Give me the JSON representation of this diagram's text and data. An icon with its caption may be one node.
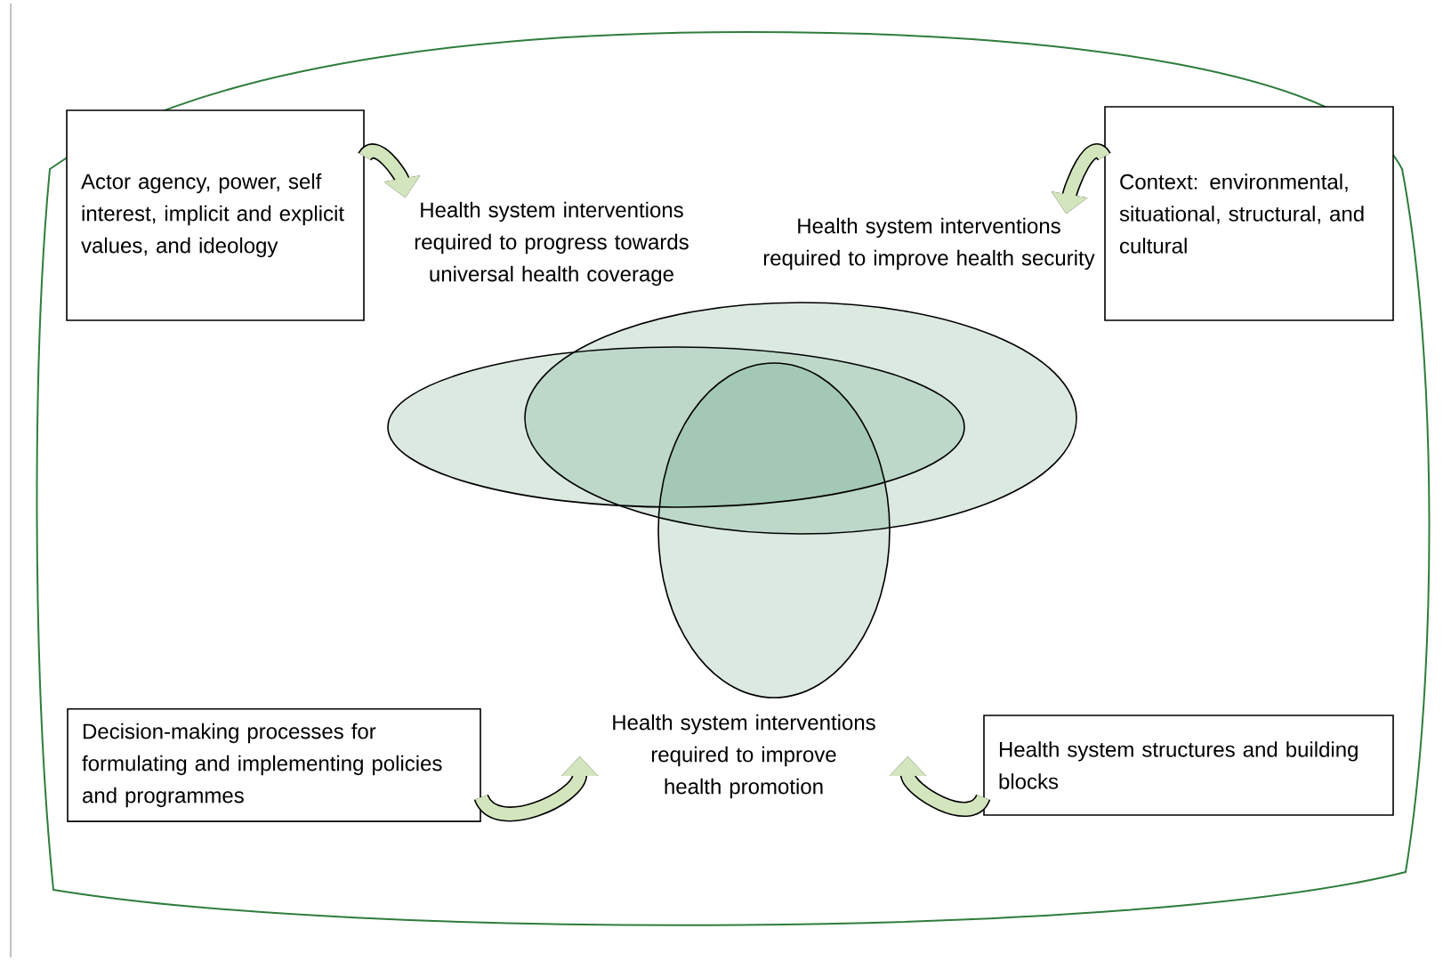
{
  "diagram": {
    "nodes": [
      {
        "text": [
          "Actor agency, power, self interest, implicit and explicit values, and ideology"
        ]
      },
      {
        "text": [
          "Health system interventions required to progress towards universal health coverage"
        ]
      },
      {
        "text": [
          "Health system interventions required to improve health security"
        ]
      },
      {
        "text": [
          "Context: environmental, situational, structural, and cultural"
        ]
      },
      {
        "text": [
          "Decision-making processes for formulating and implementing policies and programmes"
        ]
      },
      {
        "text": [
          "Health system interventions required to improve health promotion"
        ]
      },
      {
        "text": [
          "Health system structures and building blocks"
        ]
      }
    ],
    "edges": [
      {
        "from": 0,
        "to": 1,
        "arrow": "to"
      },
      {
        "from": 3,
        "to": 2,
        "arrow": "to"
      },
      {
        "from": 4,
        "to": 5,
        "arrow": "to"
      },
      {
        "from": 6,
        "to": 5,
        "arrow": "to"
      }
    ]
  }
}
